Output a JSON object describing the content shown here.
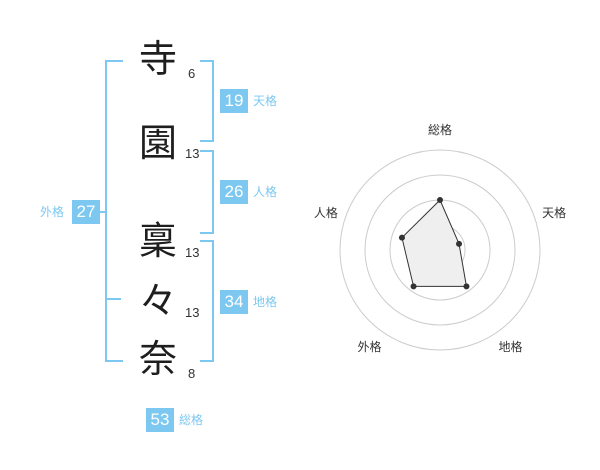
{
  "name": {
    "chars": [
      {
        "char": "寺",
        "strokes": "6"
      },
      {
        "char": "園",
        "strokes": "13"
      },
      {
        "char": "稟",
        "strokes": "13"
      },
      {
        "char": "々",
        "strokes": "13"
      },
      {
        "char": "奈",
        "strokes": "8"
      }
    ]
  },
  "fortunes": {
    "tenkaku": {
      "value": "19",
      "label": "天格"
    },
    "jinkaku": {
      "value": "26",
      "label": "人格"
    },
    "chikaku": {
      "value": "34",
      "label": "地格"
    },
    "gaikaku": {
      "value": "27",
      "label": "外格"
    },
    "soukaku": {
      "value": "53",
      "label": "総格"
    }
  },
  "chart_data": {
    "type": "radar",
    "axes": [
      "総格",
      "天格",
      "地格",
      "外格",
      "人格"
    ],
    "values": [
      0.5,
      0.2,
      0.45,
      0.45,
      0.4
    ],
    "rings": 4,
    "colors": {
      "fill": "#efefef",
      "line": "#333333",
      "point": "#333333",
      "ring": "#cccccc",
      "center": "#cccccc"
    }
  },
  "colors": {
    "accent": "#7cc8f0",
    "text": "#1e1e1e"
  }
}
